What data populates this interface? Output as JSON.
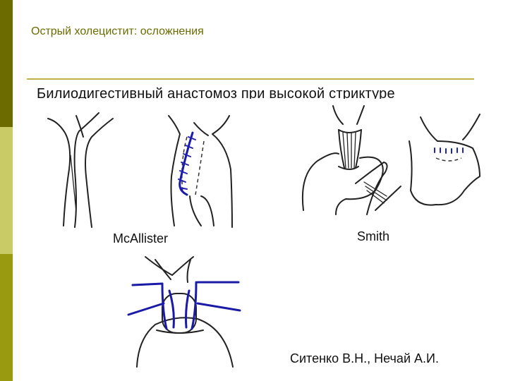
{
  "slide": {
    "title": "Острый холецистит: осложнения",
    "subtitle": "Билиодигестивный анастомоз при высокой стриктуре"
  },
  "figures": {
    "mcallister_label": "McAllister",
    "smith_label": "Smith"
  },
  "footer": {
    "authors": "Ситенко В.Н., Нечай А.И."
  },
  "colors": {
    "sidebar_dark": "#6b6b00",
    "sidebar_light": "#c9cc66",
    "sidebar_mid": "#9a9a10",
    "rule": "#c4b04a",
    "title_text": "#6b6b00",
    "suture_blue": "#1a1aa8"
  }
}
